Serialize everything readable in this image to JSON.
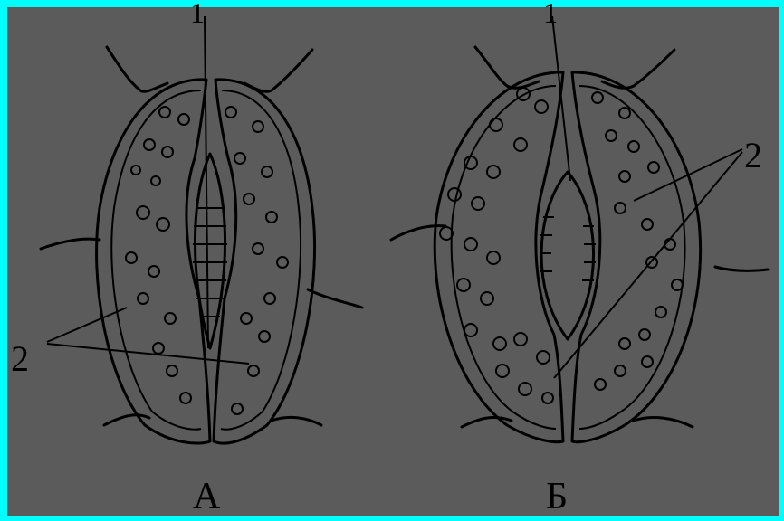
{
  "labels": {
    "pointer_1": "1",
    "pointer_2": "2",
    "panel_a": "А",
    "panel_b": "Б"
  },
  "colors": {
    "frame": "#00ffff",
    "background": "#5b5b5b",
    "ink": "#000000"
  }
}
